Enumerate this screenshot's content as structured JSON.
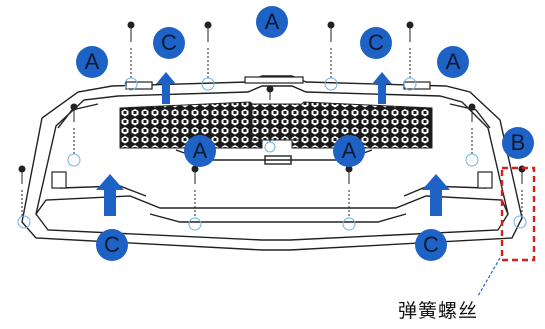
{
  "labels": {
    "a": "A",
    "b": "B",
    "c": "C",
    "caption": "弹簧螺丝"
  },
  "colors": {
    "badge": "#1f62c6",
    "arrow": "#1f62c6",
    "line": "#222222",
    "highlight_box": "#d62020",
    "screw_ring": "#6fb3e0"
  }
}
